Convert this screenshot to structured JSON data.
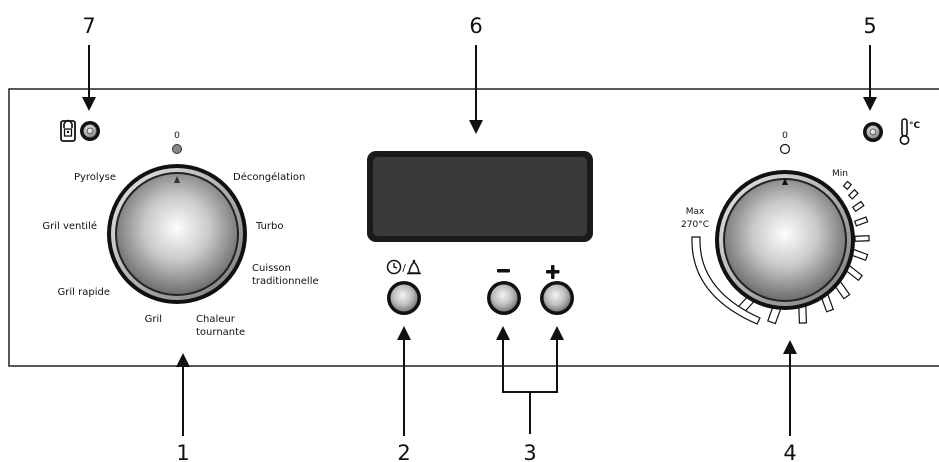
{
  "callouts": {
    "n1": "1",
    "n2": "2",
    "n3": "3",
    "n4": "4",
    "n5": "5",
    "n6": "6",
    "n7": "7"
  },
  "function_knob": {
    "zero": "0",
    "labels": {
      "pyrolyse": "Pyrolyse",
      "decongelation": "Décongélation",
      "gril_ventile": "Gril ventilé",
      "turbo": "Turbo",
      "cuisson_line1": "Cuisson",
      "cuisson_line2": "traditionnelle",
      "gril_rapide": "Gril rapide",
      "gril": "Gril",
      "chaleur_line1": "Chaleur",
      "chaleur_line2": "tournante"
    }
  },
  "thermostat_knob": {
    "zero": "0",
    "min": "Min",
    "max_line1": "Max",
    "max_line2": "270°C"
  },
  "buttons": {
    "minus_symbol": "−",
    "plus_symbol": "+",
    "clock_separator": "/"
  },
  "colors": {
    "ink": "#111111",
    "panel_border": "#222222",
    "knob_light": "#f2f2f2",
    "knob_dark": "#6d6d6d"
  },
  "icons": [
    "lock-icon",
    "thermometer-icon",
    "clock-icon",
    "bell-icon",
    "minus-icon",
    "plus-icon"
  ]
}
